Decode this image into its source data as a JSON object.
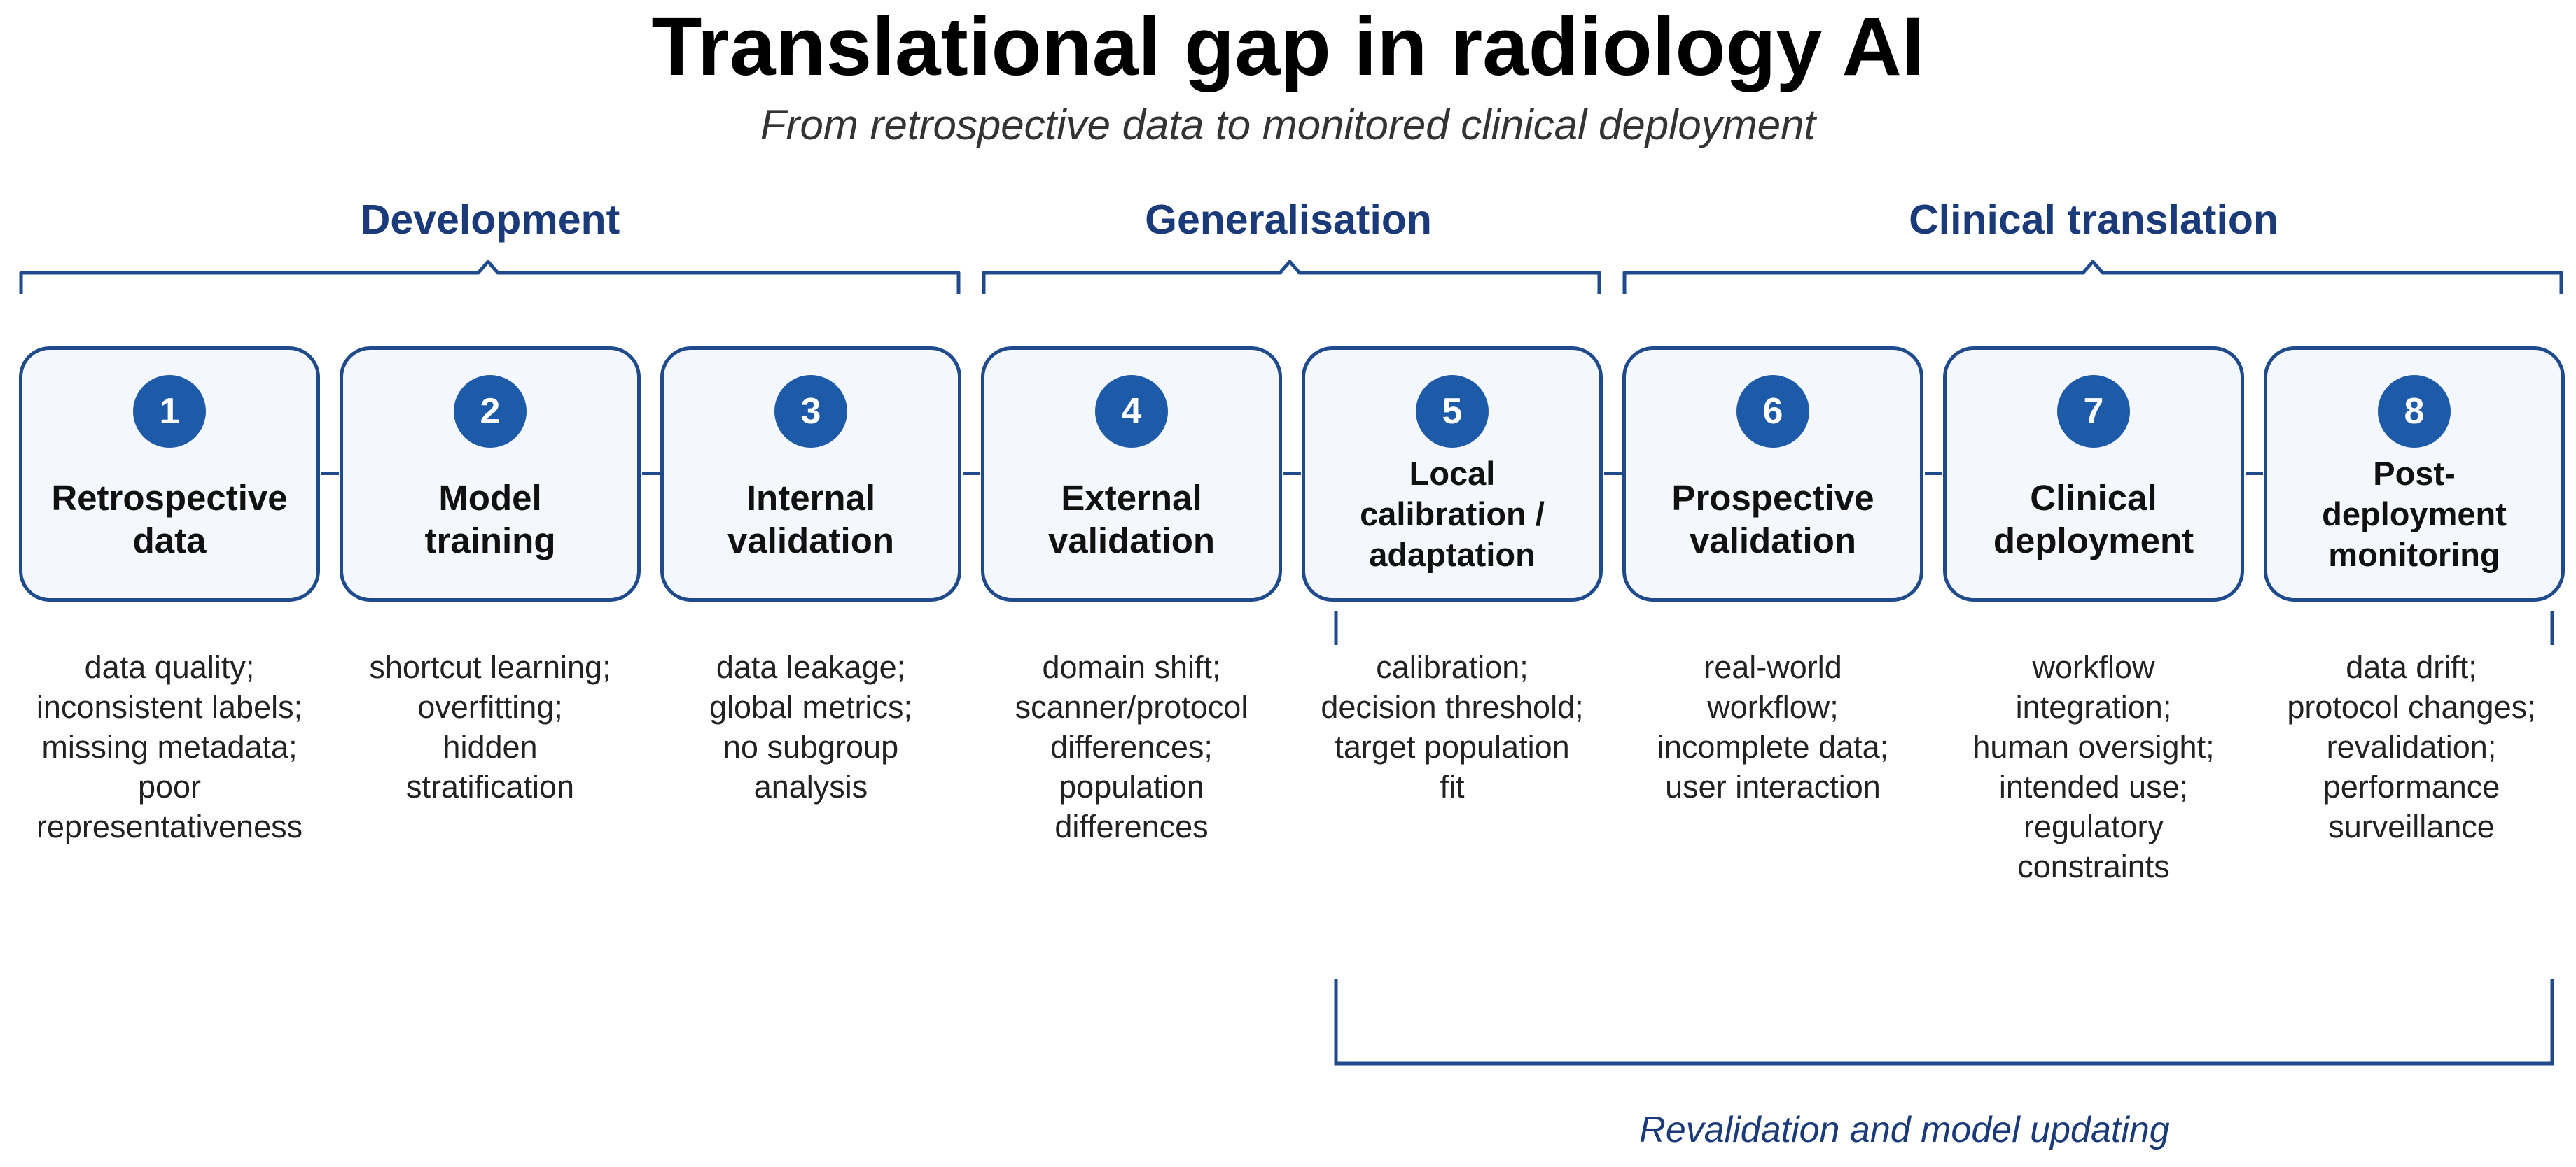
{
  "title": "Translational gap in radiology AI",
  "subtitle": "From retrospective data to monitored clinical deployment",
  "colors": {
    "accent": "#1f4b8d",
    "badge": "#1d5aa8",
    "box_fill": "#f4f7fd",
    "phase_text": "#1b3a7a"
  },
  "phases": [
    {
      "label": "Development",
      "steps": [
        1,
        2,
        3
      ]
    },
    {
      "label": "Generalisation",
      "steps": [
        4,
        5
      ]
    },
    {
      "label": "Clinical translation",
      "steps": [
        6,
        7,
        8
      ]
    }
  ],
  "steps": [
    {
      "number": "1",
      "label": "Retrospective\ndata",
      "challenges": "data quality;\ninconsistent labels;\nmissing metadata;\npoor\nrepresentativeness"
    },
    {
      "number": "2",
      "label": "Model\ntraining",
      "challenges": "shortcut learning;\noverfitting;\nhidden\nstratification"
    },
    {
      "number": "3",
      "label": "Internal\nvalidation",
      "challenges": "data leakage;\nglobal metrics;\nno subgroup\nanalysis"
    },
    {
      "number": "4",
      "label": "External\nvalidation",
      "challenges": "domain shift;\nscanner/protocol\ndifferences;\npopulation\ndifferences"
    },
    {
      "number": "5",
      "label": "Local\ncalibration /\nadaptation",
      "challenges": "calibration;\ndecision threshold;\ntarget population\nfit"
    },
    {
      "number": "6",
      "label": "Prospective\nvalidation",
      "challenges": "real-world\nworkflow;\nincomplete data;\nuser interaction"
    },
    {
      "number": "7",
      "label": "Clinical\ndeployment",
      "challenges": "workflow\nintegration;\nhuman oversight;\nintended use;\nregulatory\nconstraints"
    },
    {
      "number": "8",
      "label": "Post-\ndeployment\nmonitoring",
      "challenges": "data drift;\nprotocol changes;\nrevalidation;\nperformance\nsurveillance"
    }
  ],
  "feedback_loop": {
    "label": "Revalidation and model updating",
    "from_step": 8,
    "to_step": 5
  }
}
